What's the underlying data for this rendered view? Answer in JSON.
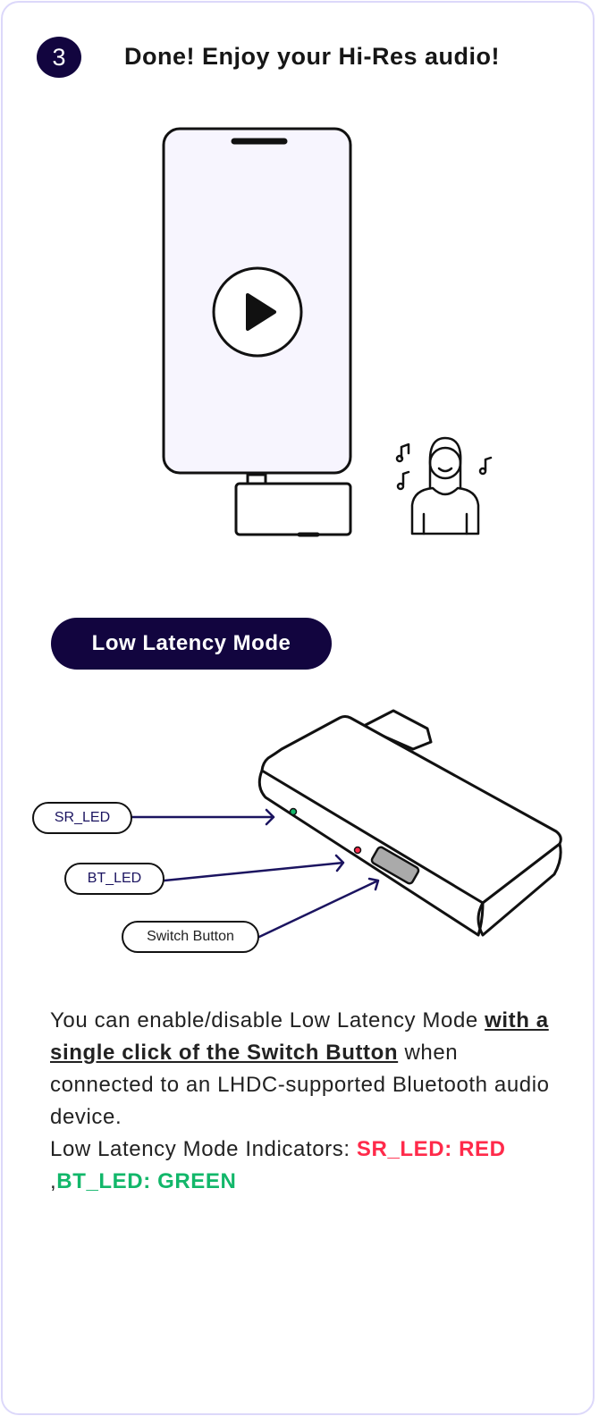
{
  "step": {
    "number": "3",
    "title": "Done! Enjoy your Hi-Res audio!"
  },
  "mode_badge": "Low Latency Mode",
  "callouts": {
    "sr_led": "SR_LED",
    "bt_led": "BT_LED",
    "switch_button": "Switch Button"
  },
  "description": {
    "part1": "You can enable/disable Low Latency Mode ",
    "emphasis": "with a single click of the Switch Button",
    "part2": " when connected to an LHDC-supported Bluetooth audio device.",
    "indicators_label": "Low Latency Mode Indicators:  ",
    "sr_indicator": "SR_LED: RED",
    "separator": " ,",
    "bt_indicator": "BT_LED: GREEN"
  },
  "colors": {
    "accent": "#12053f",
    "red": "#ff2a4a",
    "green": "#12b76a",
    "border": "#dcd8fa"
  }
}
